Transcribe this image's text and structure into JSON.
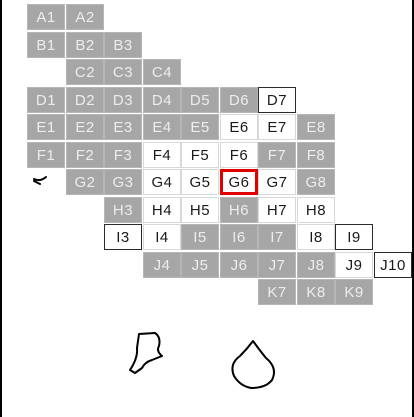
{
  "rows": [
    {
      "row": 0,
      "startCol": 0,
      "cells": [
        {
          "label": "A1",
          "state": "gray"
        },
        {
          "label": "A2",
          "state": "gray"
        }
      ]
    },
    {
      "row": 1,
      "startCol": 0,
      "cells": [
        {
          "label": "B1",
          "state": "gray"
        },
        {
          "label": "B2",
          "state": "gray"
        },
        {
          "label": "B3",
          "state": "gray"
        }
      ]
    },
    {
      "row": 2,
      "startCol": 1,
      "cells": [
        {
          "label": "C2",
          "state": "gray"
        },
        {
          "label": "C3",
          "state": "gray"
        },
        {
          "label": "C4",
          "state": "gray"
        }
      ]
    },
    {
      "row": 3,
      "startCol": 0,
      "cells": [
        {
          "label": "D1",
          "state": "gray"
        },
        {
          "label": "D2",
          "state": "gray"
        },
        {
          "label": "D3",
          "state": "gray"
        },
        {
          "label": "D4",
          "state": "gray"
        },
        {
          "label": "D5",
          "state": "gray"
        },
        {
          "label": "D6",
          "state": "gray"
        },
        {
          "label": "D7",
          "state": "white"
        }
      ]
    },
    {
      "row": 4,
      "startCol": 0,
      "cells": [
        {
          "label": "E1",
          "state": "gray"
        },
        {
          "label": "E2",
          "state": "gray"
        },
        {
          "label": "E3",
          "state": "gray"
        },
        {
          "label": "E4",
          "state": "gray"
        },
        {
          "label": "E5",
          "state": "gray"
        },
        {
          "label": "E6",
          "state": "white"
        },
        {
          "label": "E7",
          "state": "white"
        },
        {
          "label": "E8",
          "state": "gray"
        }
      ]
    },
    {
      "row": 5,
      "startCol": 0,
      "cells": [
        {
          "label": "F1",
          "state": "gray"
        },
        {
          "label": "F2",
          "state": "gray"
        },
        {
          "label": "F3",
          "state": "gray"
        },
        {
          "label": "F4",
          "state": "white"
        },
        {
          "label": "F5",
          "state": "white"
        },
        {
          "label": "F6",
          "state": "white"
        },
        {
          "label": "F7",
          "state": "gray"
        },
        {
          "label": "F8",
          "state": "gray"
        }
      ]
    },
    {
      "row": 6,
      "startCol": 1,
      "cells": [
        {
          "label": "G2",
          "state": "gray"
        },
        {
          "label": "G3",
          "state": "gray"
        },
        {
          "label": "G4",
          "state": "white"
        },
        {
          "label": "G5",
          "state": "white"
        },
        {
          "label": "G6",
          "state": "selected"
        },
        {
          "label": "G7",
          "state": "white"
        },
        {
          "label": "G8",
          "state": "gray"
        }
      ]
    },
    {
      "row": 7,
      "startCol": 2,
      "cells": [
        {
          "label": "H3",
          "state": "gray"
        },
        {
          "label": "H4",
          "state": "white"
        },
        {
          "label": "H5",
          "state": "white"
        },
        {
          "label": "H6",
          "state": "gray"
        },
        {
          "label": "H7",
          "state": "white"
        },
        {
          "label": "H8",
          "state": "white"
        }
      ]
    },
    {
      "row": 8,
      "startCol": 2,
      "cells": [
        {
          "label": "I3",
          "state": "white"
        },
        {
          "label": "I4",
          "state": "white"
        },
        {
          "label": "I5",
          "state": "gray"
        },
        {
          "label": "I6",
          "state": "gray"
        },
        {
          "label": "I7",
          "state": "gray"
        },
        {
          "label": "I8",
          "state": "white"
        },
        {
          "label": "I9",
          "state": "white"
        }
      ]
    },
    {
      "row": 9,
      "startCol": 3,
      "cells": [
        {
          "label": "J4",
          "state": "gray"
        },
        {
          "label": "J5",
          "state": "gray"
        },
        {
          "label": "J6",
          "state": "gray"
        },
        {
          "label": "J7",
          "state": "gray"
        },
        {
          "label": "J8",
          "state": "gray"
        },
        {
          "label": "J9",
          "state": "white"
        },
        {
          "label": "J10",
          "state": "white"
        }
      ]
    },
    {
      "row": 10,
      "startCol": 6,
      "cells": [
        {
          "label": "K7",
          "state": "gray"
        },
        {
          "label": "K8",
          "state": "gray"
        },
        {
          "label": "K9",
          "state": "gray"
        }
      ]
    }
  ],
  "selected_cell": "G6",
  "colors": {
    "gray_cell": "#a6a6a6",
    "white_cell": "#ffffff",
    "selection": "#e00000",
    "outline": "#000000"
  },
  "shapes": [
    "small-blob-outline",
    "large-blob-outline"
  ]
}
